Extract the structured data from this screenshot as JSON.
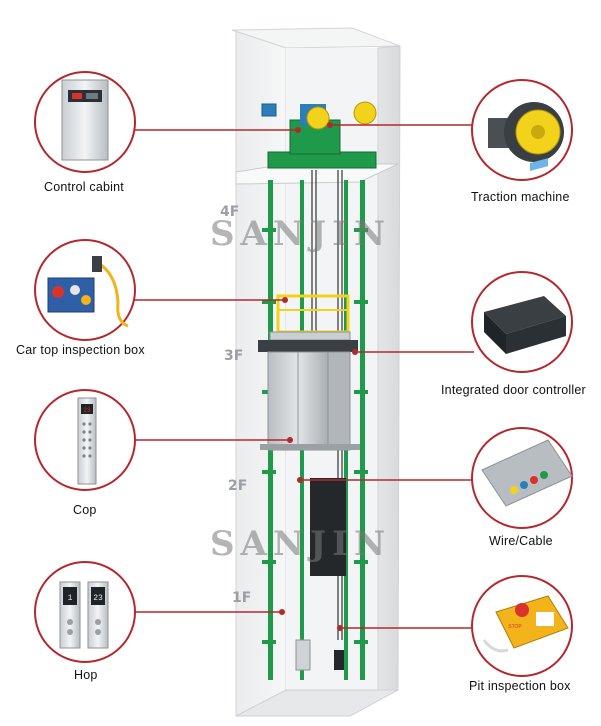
{
  "labels": {
    "control_cabinet": "Control cabint",
    "car_top_box": "Car top inspection box",
    "cop": "Cop",
    "hop": "Hop",
    "traction_machine": "Traction machine",
    "door_controller": "Integrated door controller",
    "wire_cable": "Wire/Cable",
    "pit_box": "Pit inspection box"
  },
  "watermark": "SANJIN",
  "floors": [
    "4F",
    "3F",
    "2F",
    "1F"
  ],
  "cop_display": "23",
  "hop_display_left": "1",
  "hop_display_right": "23",
  "pit_box_sign": "STOP",
  "colors": {
    "callout_line": "#b3282d",
    "circle_border": "#b3282d",
    "rail_green": "#1f9a4a",
    "shaft_wall": "#eef0f1",
    "motor_yellow": "#f2d21b"
  }
}
